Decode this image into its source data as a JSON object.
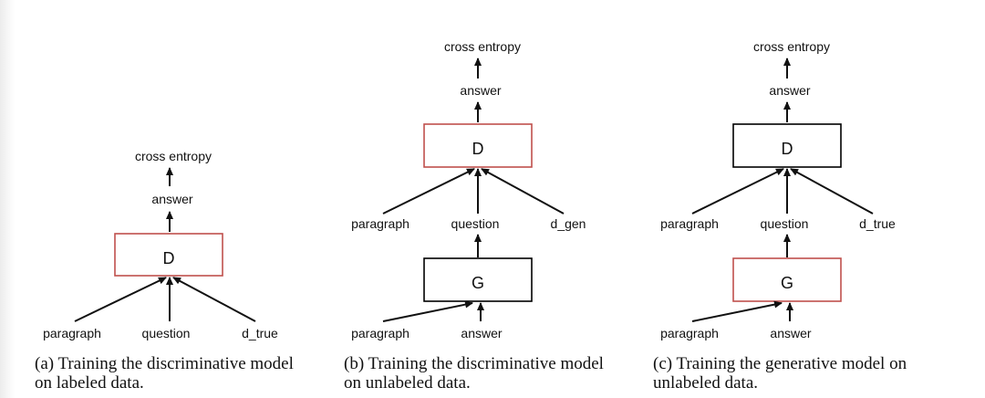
{
  "colors": {
    "highlight_border": "#c0504d",
    "normal_border": "#000000"
  },
  "panels": [
    {
      "id": "a",
      "labels": {
        "output": "cross entropy",
        "mid": "answer",
        "d_box": "D",
        "inputs": [
          "paragraph",
          "question",
          "d_true"
        ]
      },
      "caption": [
        "(a) Training the discriminative model",
        "on labeled data."
      ]
    },
    {
      "id": "b",
      "labels": {
        "output": "cross entropy",
        "mid": "answer",
        "d_box": "D",
        "inputs": [
          "paragraph",
          "question",
          "d_gen"
        ],
        "g_box": "G",
        "g_inputs": [
          "paragraph",
          "answer"
        ]
      },
      "caption": [
        "(b) Training the discriminative model",
        "on unlabeled data."
      ]
    },
    {
      "id": "c",
      "labels": {
        "output": "cross entropy",
        "mid": "answer",
        "d_box": "D",
        "inputs": [
          "paragraph",
          "question",
          "d_true"
        ],
        "g_box": "G",
        "g_inputs": [
          "paragraph",
          "answer"
        ]
      },
      "caption": [
        "(c) Training the generative model on",
        "unlabeled data."
      ]
    }
  ]
}
